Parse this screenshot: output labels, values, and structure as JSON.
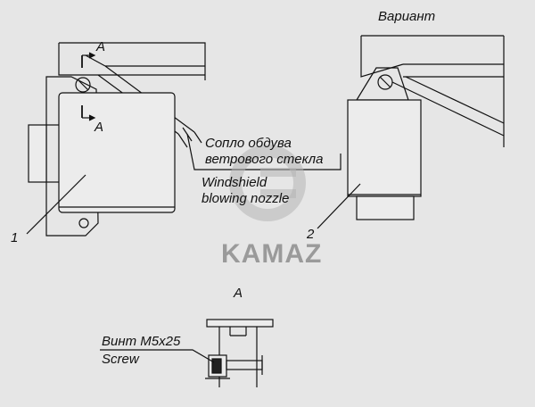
{
  "labels": {
    "variant": "Вариант",
    "nozzle_ru_line1": "Сопло обдува",
    "nozzle_ru_line2": "ветрового стекла",
    "nozzle_en_line1": "Windshield",
    "nozzle_en_line2": "blowing nozzle",
    "section_a_top": "A",
    "section_a_bottom": "A",
    "detail_title": "A",
    "screw_ru": "Винт М5х25",
    "screw_en": "Screw",
    "callout_1": "1",
    "callout_2": "2"
  },
  "watermark": {
    "text": "KAMAZ",
    "color": "#9a9a9a"
  }
}
